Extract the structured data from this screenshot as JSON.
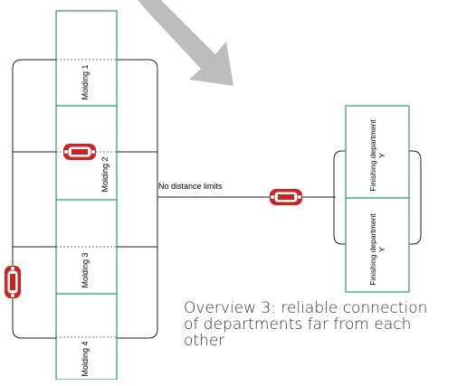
{
  "diagram": {
    "molding_cells": [
      "Molding 1",
      "Molding 2",
      "Molding 3",
      "Molding 4"
    ],
    "finishing_cells": [
      "Finishing department Y",
      "Finishing department Y"
    ],
    "connection_label": "No distance limits",
    "caption_lines": [
      "Overview 3: reliable connection",
      "of departments far from each",
      "other"
    ],
    "colors": {
      "cell_border": "#2e9e5b",
      "connector": "#222222",
      "vehicle": "#cc2222",
      "arrow": "#bdbdbd",
      "caption": "#333333"
    },
    "icons": [
      "arrow-icon",
      "agv-vehicle-icon"
    ]
  }
}
